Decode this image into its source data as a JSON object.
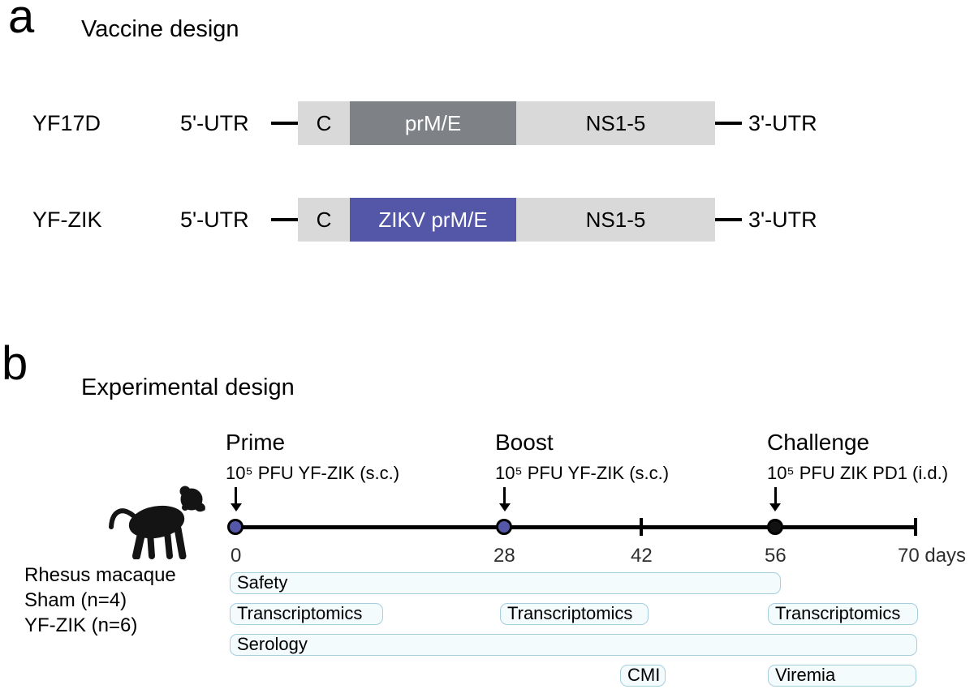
{
  "colors": {
    "segment_light_gray": "#d9d9d9",
    "segment_dark_gray": "#7e8186",
    "zikv_purple": "#5457a8",
    "marker_black": "#111111",
    "assay_fill": "#f4fbfd",
    "assay_border": "#a5cede",
    "line_black": "#000000"
  },
  "panel_a": {
    "label": "a",
    "title": "Vaccine design",
    "constructs": [
      {
        "name": "YF17D",
        "left_utr": "5'-UTR",
        "right_utr": "3'-UTR",
        "segments": [
          {
            "label": "C",
            "color": "#d9d9d9"
          },
          {
            "label": "prM/E",
            "color": "#7e8186"
          },
          {
            "label": "NS1-5",
            "color": "#d9d9d9"
          }
        ]
      },
      {
        "name": "YF-ZIK",
        "left_utr": "5'-UTR",
        "right_utr": "3'-UTR",
        "segments": [
          {
            "label": "C",
            "color": "#d9d9d9"
          },
          {
            "label": "ZIKV prM/E",
            "color": "#5457a8"
          },
          {
            "label": "NS1-5",
            "color": "#d9d9d9"
          }
        ]
      }
    ]
  },
  "panel_b": {
    "label": "b",
    "title": "Experimental design",
    "animal": {
      "icon": "monkey-silhouette",
      "lines": [
        "Rhesus macaque",
        "Sham (n=4)",
        "YF-ZIK (n=6)"
      ]
    },
    "timeline": {
      "events": [
        {
          "name": "Prime",
          "dose": "10⁵ PFU YF-ZIK (s.c.)",
          "day": 0,
          "marker_color": "#5457a8"
        },
        {
          "name": "Boost",
          "dose": "10⁵ PFU YF-ZIK (s.c.)",
          "day": 28,
          "marker_color": "#5457a8"
        },
        {
          "name": "Challenge",
          "dose": "10⁵ PFU ZIK PD1 (i.d.)",
          "day": 56,
          "marker_color": "#111111"
        }
      ],
      "ticks": [
        {
          "label": "0",
          "day": 0
        },
        {
          "label": "28",
          "day": 28
        },
        {
          "label": "42",
          "day": 42
        },
        {
          "label": "56",
          "day": 56
        },
        {
          "label": "70 days",
          "day": 70
        }
      ],
      "day_range": [
        0,
        70
      ]
    },
    "assays": {
      "safety": {
        "label": "Safety",
        "span_days": [
          0,
          56
        ]
      },
      "transcriptomics": {
        "label": "Transcriptomics",
        "at_days": [
          0,
          28,
          56
        ]
      },
      "serology": {
        "label": "Serology",
        "span_days": [
          0,
          70
        ]
      },
      "cmi": {
        "label": "CMI",
        "at_days": [
          42
        ]
      },
      "viremia": {
        "label": "Viremia",
        "span_days": [
          56,
          70
        ]
      }
    }
  }
}
